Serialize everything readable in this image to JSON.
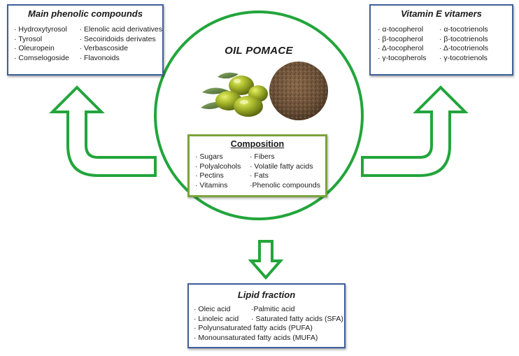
{
  "colors": {
    "circle_border": "#22a53b",
    "arrow_outline": "#22a53b",
    "box_blue_border": "#3f5f9a",
    "box_green_border": "#7ba33c"
  },
  "center": {
    "title": "OIL POMACE",
    "images": [
      "olives-image",
      "pomace-powder-image"
    ]
  },
  "composition": {
    "title": "Composition",
    "left": [
      "· Sugars",
      "· Polyalcohols",
      "· Pectins",
      "· Vitamins"
    ],
    "right": [
      "· Fibers",
      "· Volatile fatty acids",
      "· Fats",
      "·Phenolic compounds"
    ]
  },
  "phenolic": {
    "title": "Main phenolic compounds",
    "left": [
      "·  Hydroxytyrosol",
      "·  Tyrosol",
      "·  Oleuropein",
      "·  Comselogoside"
    ],
    "right": [
      "·  Elenolic acid derivatives",
      "·  Secoiridoids derivates",
      "·  Verbascoside",
      "·  Flavonoids"
    ]
  },
  "vitamin_e": {
    "title": "Vitamin E vitamers",
    "left": [
      "α-tocopherol",
      "β-tocopherol",
      "Δ-tocopherol",
      "γ-tocopherols"
    ],
    "right": [
      "α-tocotrienols",
      "β-tocotrienols",
      "Δ-tocotrienols",
      "γ-tocotrienols"
    ]
  },
  "lipid": {
    "title": "Lipid fraction",
    "row1_left": "·  Oleic acid",
    "row1_right": "·Palmitic acid",
    "row2_left": "·  Linoleic acid",
    "row2_right": "·  Saturated fatty acids (SFA)",
    "row3": "·  Polyunsaturated fatty acids (PUFA)",
    "row4": "·  Monounsaturated fatty acids (MUFA)"
  }
}
